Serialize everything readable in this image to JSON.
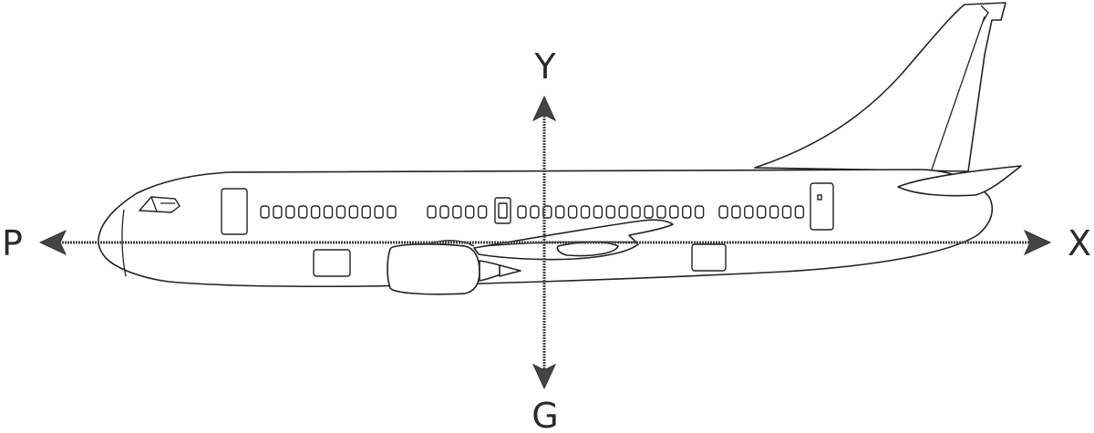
{
  "axes": {
    "up_label": "Y",
    "down_label": "G",
    "left_label": "P",
    "right_label": "X"
  },
  "aircraft": {
    "window_groups": [
      11,
      5,
      15,
      7
    ]
  }
}
